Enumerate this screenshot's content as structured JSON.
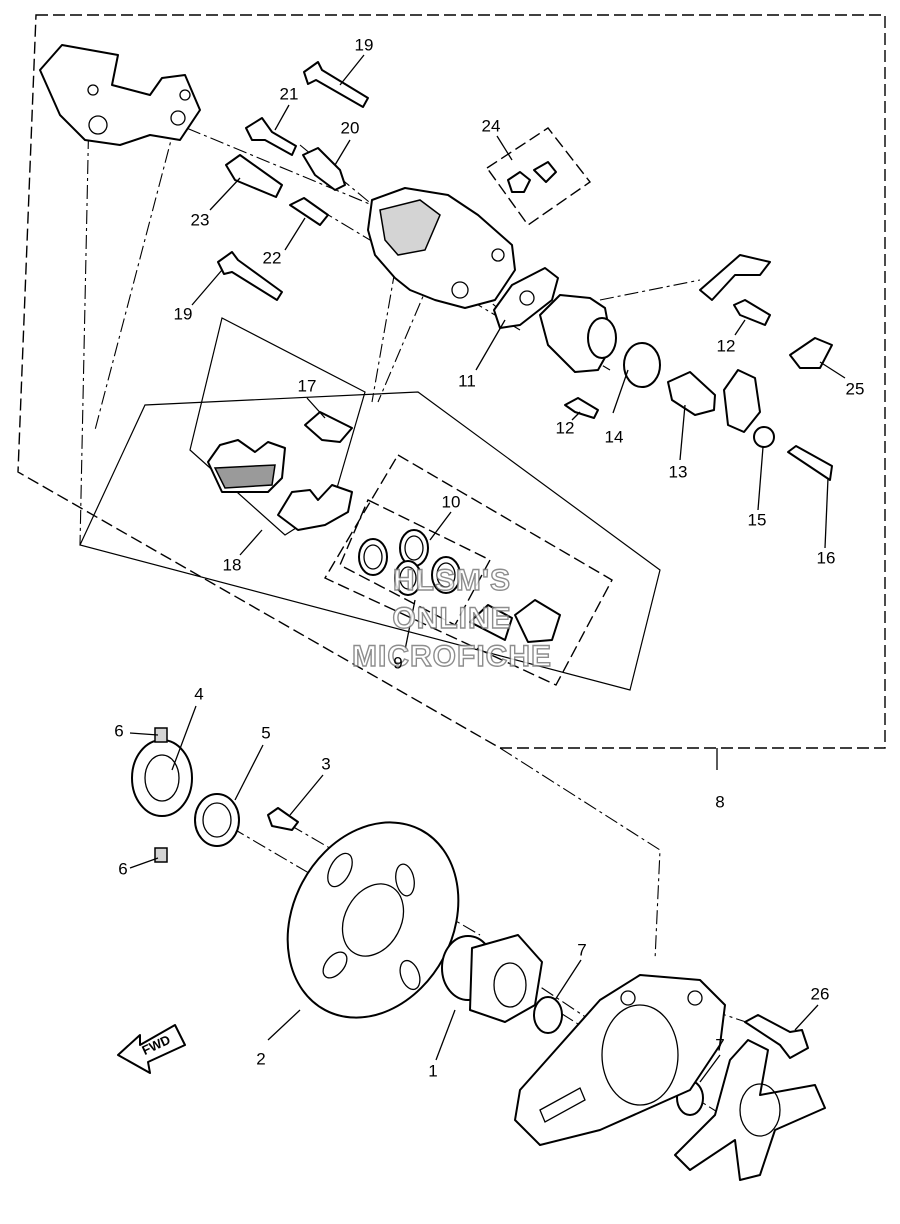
{
  "watermark": {
    "line1": "HLSM'S",
    "line2": "ONLINE",
    "line3": "MICROFICHE"
  },
  "direction_label": "FWD",
  "callouts": {
    "c1": "1",
    "c2": "2",
    "c3": "3",
    "c4": "4",
    "c5": "5",
    "c6a": "6",
    "c6b": "6",
    "c7a": "7",
    "c7b": "7",
    "c8": "8",
    "c9": "9",
    "c10": "10",
    "c11": "11",
    "c12a": "12",
    "c12b": "12",
    "c13": "13",
    "c14": "14",
    "c15": "15",
    "c16": "16",
    "c17": "17",
    "c18": "18",
    "c19a": "19",
    "c19b": "19",
    "c20": "20",
    "c21": "21",
    "c22": "22",
    "c23": "23",
    "c24": "24",
    "c25": "25",
    "c26": "26"
  }
}
